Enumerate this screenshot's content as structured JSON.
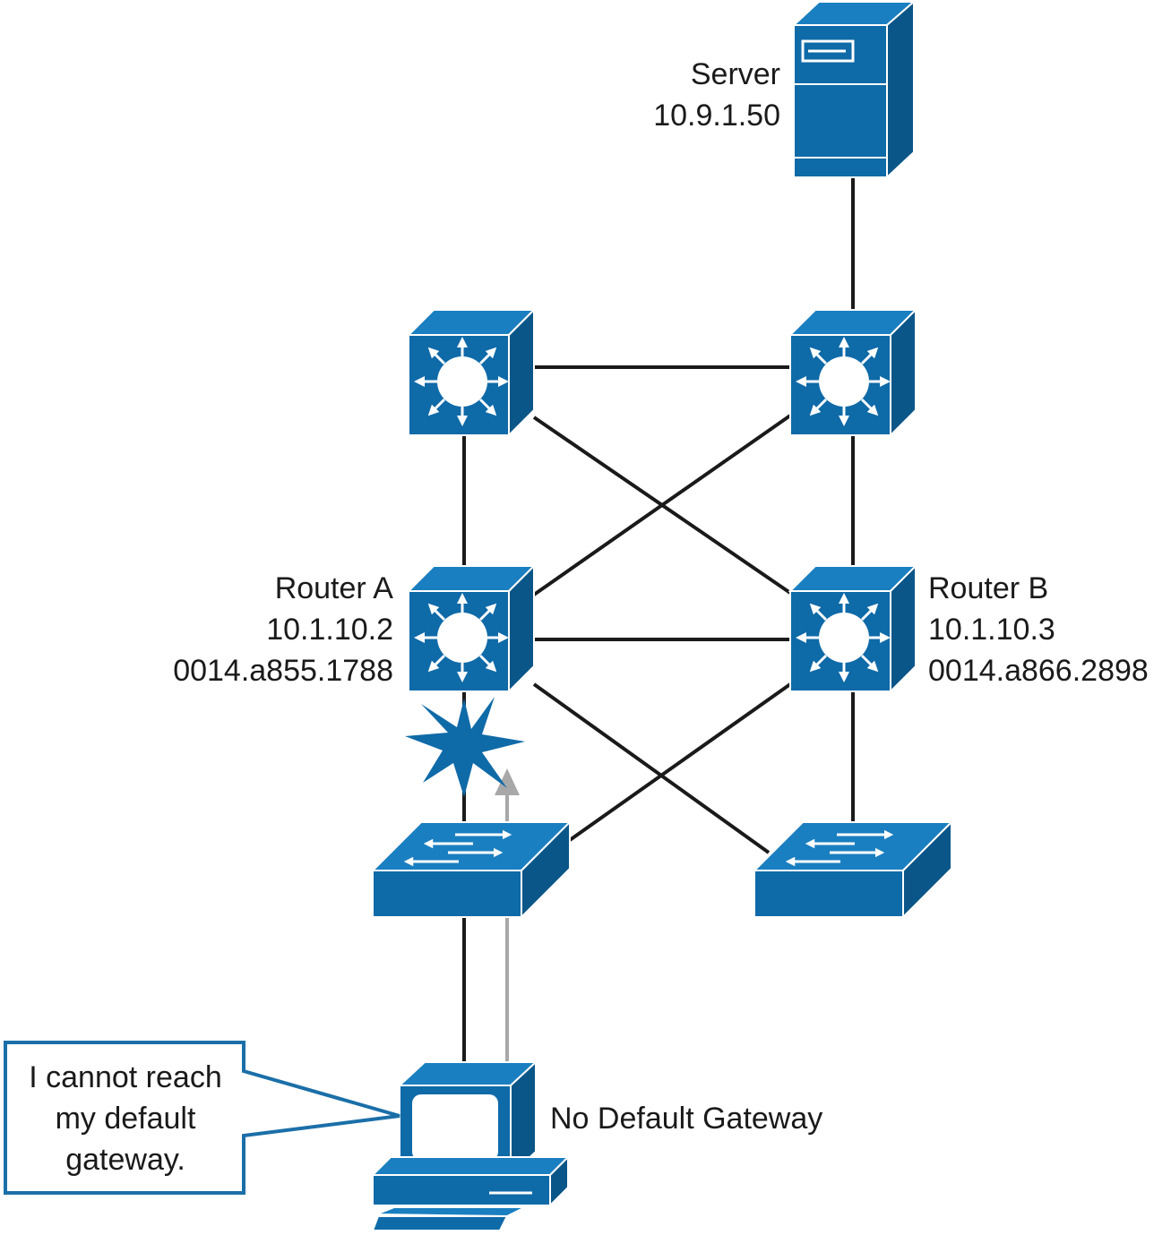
{
  "server": {
    "name": "Server",
    "ip": "10.9.1.50",
    "icon": "server-icon"
  },
  "router_a": {
    "name": "Router A",
    "ip": "10.1.10.2",
    "mac": "0014.a855.1788",
    "icon": "layer3-switch-icon"
  },
  "router_b": {
    "name": "Router B",
    "ip": "10.1.10.3",
    "mac": "0014.a866.2898",
    "icon": "layer3-switch-icon"
  },
  "host": {
    "label": "No Default Gateway",
    "icon": "workstation-icon"
  },
  "callout": {
    "lines": [
      "I cannot reach",
      "my default",
      "gateway."
    ]
  },
  "colors": {
    "device_face": "#0f6aa8",
    "device_side": "#0b5688",
    "device_top": "#1a7fc0",
    "edge": "#ffffff",
    "link": "#1a1a1a",
    "traffic_arrow": "#a8a8a8",
    "failure_burst": "#0f6aa8"
  },
  "icons": {
    "failure": "failure-burst-icon",
    "traffic": "up-arrow-icon"
  }
}
